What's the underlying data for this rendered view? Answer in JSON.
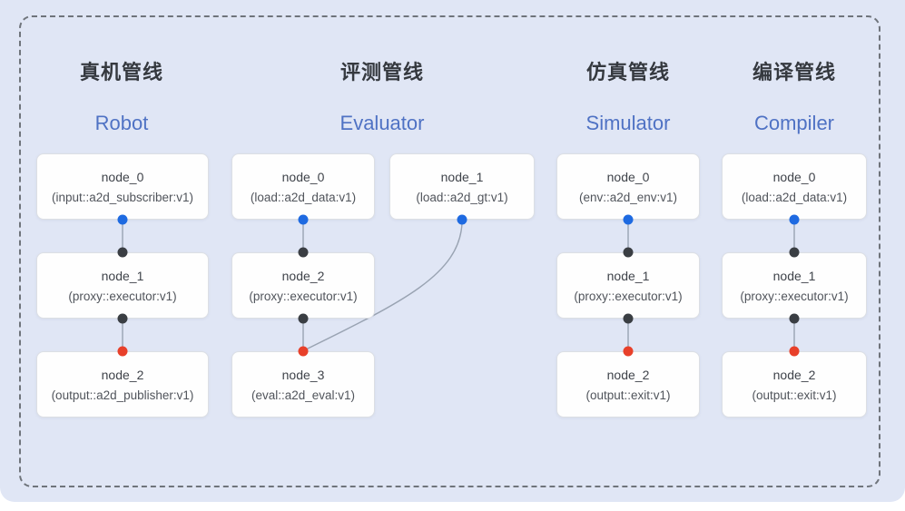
{
  "colors": {
    "background": "#e0e6f5",
    "frame_dash": "#6f747b",
    "pipeline_zh_text": "#35393f",
    "pipeline_en_text": "#4f72c4",
    "node_border": "#dcdfe4",
    "edge": "#99a3b2",
    "dot_output_blue": "#1e6ae1",
    "dot_input_dark": "#3a3e43",
    "dot_terminal_red": "#e8402a"
  },
  "pipelines": [
    {
      "title_zh": "真机管线",
      "title_en": "Robot",
      "nodes": [
        {
          "title": "node_0",
          "subtitle": "(input::a2d_subscriber:v1)"
        },
        {
          "title": "node_1",
          "subtitle": "(proxy::executor:v1)"
        },
        {
          "title": "node_2",
          "subtitle": "(output::a2d_publisher:v1)"
        }
      ]
    },
    {
      "title_zh": "评测管线",
      "title_en": "Evaluator",
      "nodes": [
        {
          "title": "node_0",
          "subtitle": "(load::a2d_data:v1)"
        },
        {
          "title": "node_1",
          "subtitle": "(load::a2d_gt:v1)"
        },
        {
          "title": "node_2",
          "subtitle": "(proxy::executor:v1)"
        },
        {
          "title": "node_3",
          "subtitle": "(eval::a2d_eval:v1)"
        }
      ]
    },
    {
      "title_zh": "仿真管线",
      "title_en": "Simulator",
      "nodes": [
        {
          "title": "node_0",
          "subtitle": "(env::a2d_env:v1)"
        },
        {
          "title": "node_1",
          "subtitle": "(proxy::executor:v1)"
        },
        {
          "title": "node_2",
          "subtitle": "(output::exit:v1)"
        }
      ]
    },
    {
      "title_zh": "编译管线",
      "title_en": "Compiler",
      "nodes": [
        {
          "title": "node_0",
          "subtitle": "(load::a2d_data:v1)"
        },
        {
          "title": "node_1",
          "subtitle": "(proxy::executor:v1)"
        },
        {
          "title": "node_2",
          "subtitle": "(output::exit:v1)"
        }
      ]
    }
  ]
}
